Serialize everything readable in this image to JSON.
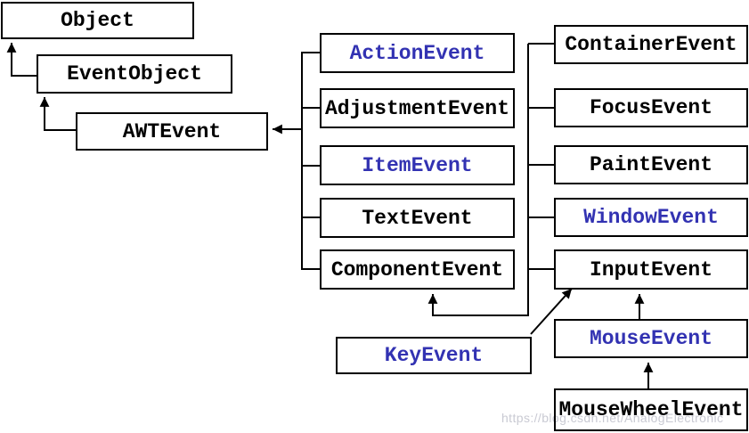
{
  "nodes": {
    "object": {
      "label": "Object",
      "text_color": "black"
    },
    "event_object": {
      "label": "EventObject",
      "text_color": "black"
    },
    "awt_event": {
      "label": "AWTEvent",
      "text_color": "black"
    },
    "action_event": {
      "label": "ActionEvent",
      "text_color": "blue"
    },
    "adjustment_event": {
      "label": "AdjustmentEvent",
      "text_color": "black"
    },
    "item_event": {
      "label": "ItemEvent",
      "text_color": "blue"
    },
    "text_event": {
      "label": "TextEvent",
      "text_color": "black"
    },
    "component_event": {
      "label": "ComponentEvent",
      "text_color": "black"
    },
    "container_event": {
      "label": "ContainerEvent",
      "text_color": "black"
    },
    "focus_event": {
      "label": "FocusEvent",
      "text_color": "black"
    },
    "paint_event": {
      "label": "PaintEvent",
      "text_color": "black"
    },
    "window_event": {
      "label": "WindowEvent",
      "text_color": "blue"
    },
    "input_event": {
      "label": "InputEvent",
      "text_color": "black"
    },
    "key_event": {
      "label": "KeyEvent",
      "text_color": "blue"
    },
    "mouse_event": {
      "label": "MouseEvent",
      "text_color": "blue"
    },
    "mouse_wheel_event": {
      "label": "MouseWheelEvent",
      "text_color": "black"
    }
  },
  "relationships": [
    {
      "from": "EventObject",
      "to": "Object"
    },
    {
      "from": "AWTEvent",
      "to": "EventObject"
    },
    {
      "from": "ActionEvent",
      "to": "AWTEvent"
    },
    {
      "from": "AdjustmentEvent",
      "to": "AWTEvent"
    },
    {
      "from": "ItemEvent",
      "to": "AWTEvent"
    },
    {
      "from": "TextEvent",
      "to": "AWTEvent"
    },
    {
      "from": "ComponentEvent",
      "to": "AWTEvent"
    },
    {
      "from": "ContainerEvent",
      "to": "ComponentEvent"
    },
    {
      "from": "FocusEvent",
      "to": "ComponentEvent"
    },
    {
      "from": "PaintEvent",
      "to": "ComponentEvent"
    },
    {
      "from": "WindowEvent",
      "to": "ComponentEvent"
    },
    {
      "from": "InputEvent",
      "to": "ComponentEvent"
    },
    {
      "from": "KeyEvent",
      "to": "InputEvent"
    },
    {
      "from": "MouseEvent",
      "to": "InputEvent"
    },
    {
      "from": "MouseWheelEvent",
      "to": "MouseEvent"
    }
  ],
  "colors": {
    "blue_text": "#3232b2",
    "black_text": "#000000",
    "line": "#000000",
    "background": "#ffffff",
    "watermark": "#c9cad3"
  },
  "watermark": {
    "text": "https://blog.csdn.net/AnalogElectronic"
  }
}
